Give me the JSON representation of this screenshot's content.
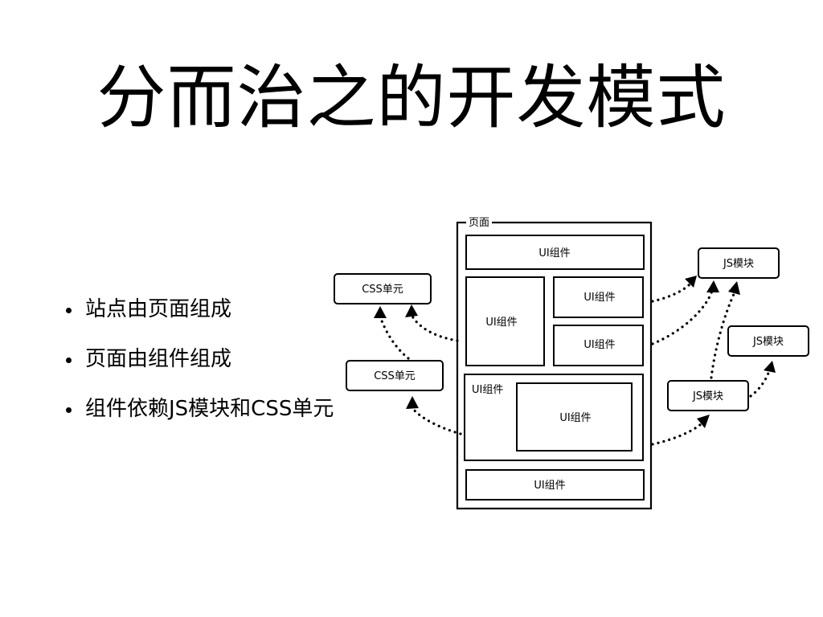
{
  "title": "分而治之的开发模式",
  "bullets": [
    "站点由页面组成",
    "页面由组件组成",
    "组件依赖JS模块和CSS单元"
  ],
  "diagram": {
    "page_label": "页面",
    "components": [
      "UI组件",
      "UI组件",
      "UI组件",
      "UI组件",
      "UI组件",
      "UI组件",
      "UI组件"
    ],
    "css_units": [
      "CSS单元",
      "CSS单元"
    ],
    "js_modules": [
      "JS模块",
      "JS模块",
      "JS模块"
    ]
  }
}
